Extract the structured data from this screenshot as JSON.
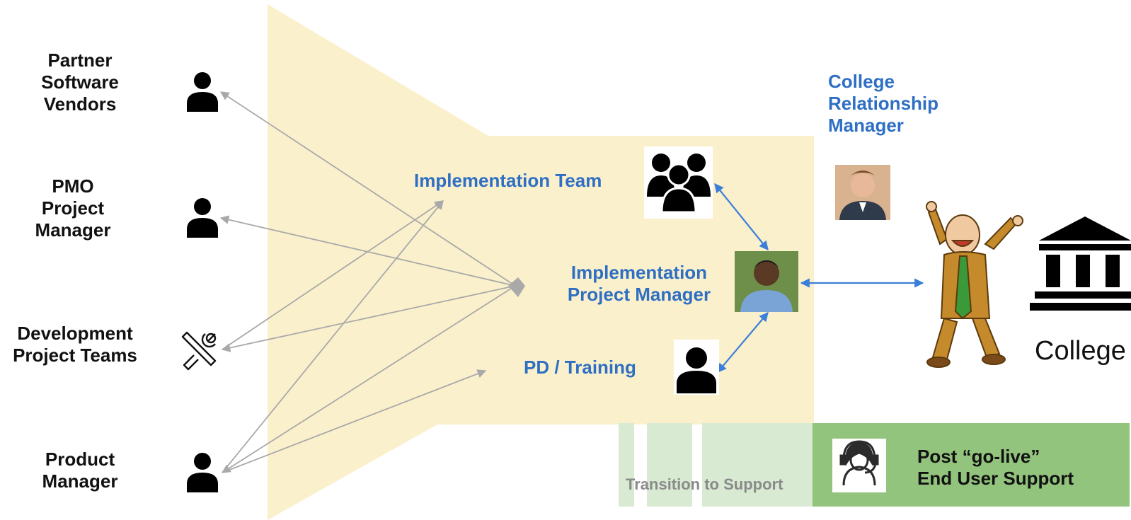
{
  "colors": {
    "funnel": "#fbf0cc",
    "blue_text": "#2e6fc4",
    "blue_arrow": "#3a7fd9",
    "gray_arrow": "#a9a9a9",
    "green_bar": "#93c47d",
    "light_green": "#d9ead3",
    "gray_text": "#8a8a8a"
  },
  "stakeholders": [
    {
      "label": "Partner\nSoftware\nVendors",
      "icon": "person-icon"
    },
    {
      "label": "PMO\nProject\nManager",
      "icon": "person-icon"
    },
    {
      "label": "Development\nProject Teams",
      "icon": "tools-icon"
    },
    {
      "label": "Product\nManager",
      "icon": "person-icon"
    }
  ],
  "roles": {
    "implementation_team": "Implementation Team",
    "implementation_pm": "Implementation\nProject Manager",
    "pd_training": "PD / Training",
    "college_relationship_manager": "College\nRelationship\nManager"
  },
  "college": {
    "label": "College",
    "icon": "college-building-icon"
  },
  "support": {
    "transition_label": "Transition to Support",
    "end_user_label": "Post “go-live”\nEnd User Support",
    "icon": "headset-agent-icon"
  }
}
